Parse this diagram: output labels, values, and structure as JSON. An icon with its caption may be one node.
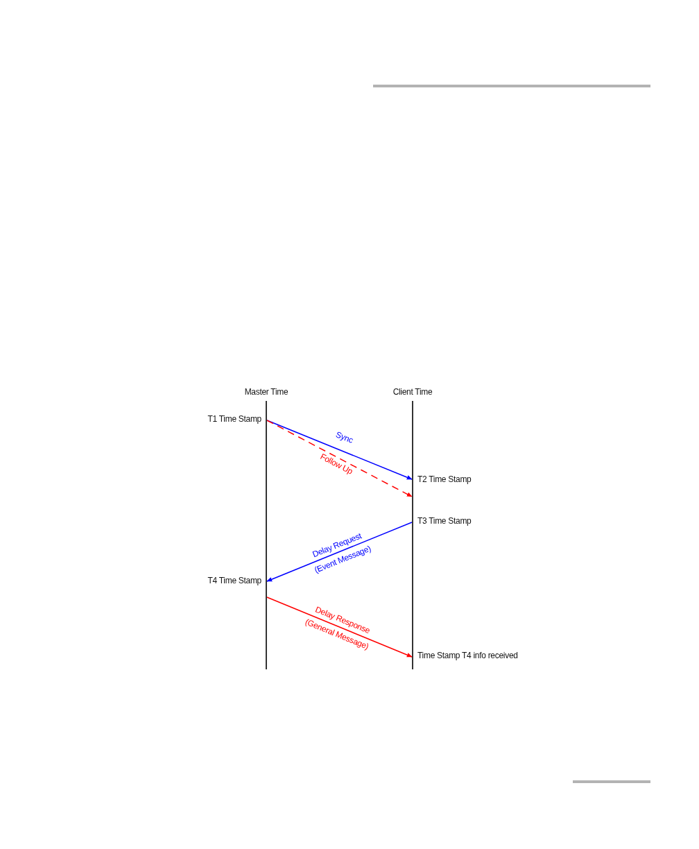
{
  "diagram": {
    "nodes": [
      {
        "text": [
          "Master Time"
        ],
        "beside": [
          "T1 Time Stamp",
          "T4 Time Stamp"
        ]
      },
      {
        "text": [
          "Client Time"
        ],
        "beside": [
          "T2 Time Stamp",
          "T3 Time Stamp",
          "Time Stamp T4 info received"
        ]
      }
    ],
    "edges": [
      {
        "from": 0,
        "to": 1,
        "arrow": "to",
        "label": "Sync",
        "color": "#0000ff"
      },
      {
        "from": 0,
        "to": 1,
        "arrow": "to",
        "label": "Follow Up",
        "style": "dashed",
        "color": "#ff0000"
      },
      {
        "from": 1,
        "to": 0,
        "arrow": "to",
        "label": "Delay Request (Event Message)",
        "color": "#0000ff"
      },
      {
        "from": 0,
        "to": 1,
        "arrow": "to",
        "label": "Delay Response (General Message)",
        "color": "#ff0000"
      }
    ]
  }
}
